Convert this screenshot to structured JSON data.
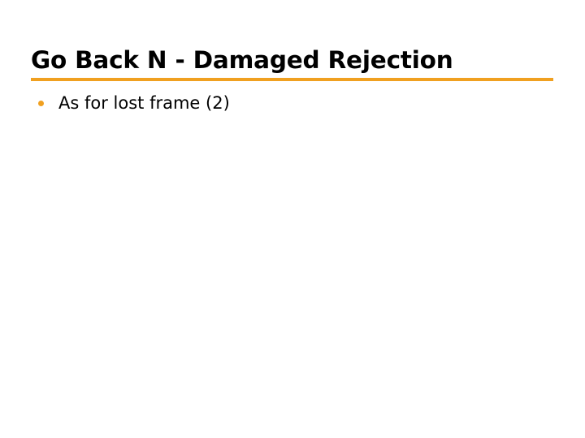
{
  "slide": {
    "title": "Go Back N - Damaged Rejection",
    "background_color": "#FFFFFF",
    "title_color": "#000000",
    "accent_color": "#F0A020",
    "rule": {
      "name": "title-underline-rule",
      "color": "#F0A020"
    },
    "bullets": [
      {
        "marker": "bullet-dot-icon",
        "marker_color": "#F0A020",
        "text": "As for lost frame (2)"
      }
    ]
  }
}
